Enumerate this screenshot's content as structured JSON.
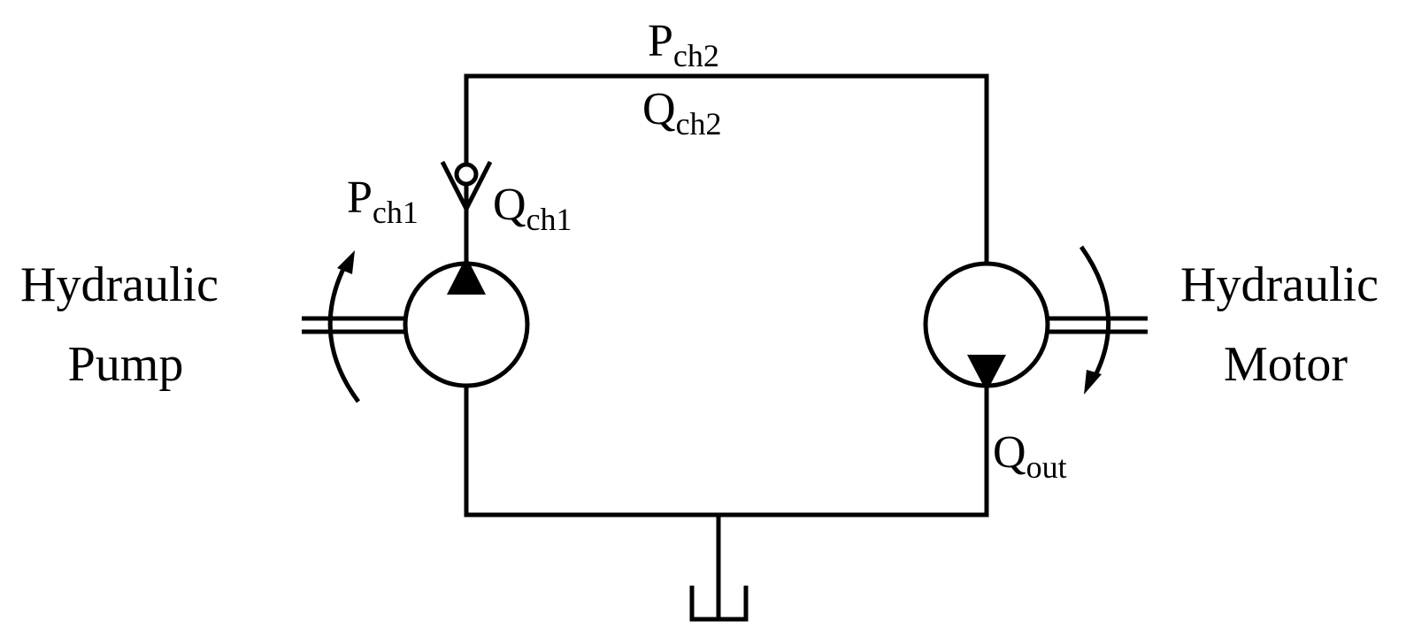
{
  "pump": {
    "label_line1": "Hydraulic",
    "label_line2": "Pump"
  },
  "motor": {
    "label_line1": "Hydraulic",
    "label_line2": "Motor"
  },
  "symbols": {
    "p_ch2": {
      "main": "P",
      "sub": "ch2"
    },
    "q_ch2": {
      "main": "Q",
      "sub": "ch2"
    },
    "p_ch1": {
      "main": "P",
      "sub": "ch1"
    },
    "q_ch1": {
      "main": "Q",
      "sub": "ch1"
    },
    "q_out": {
      "main": "Q",
      "sub": "out"
    }
  },
  "colors": {
    "stroke": "#000000",
    "background": "#ffffff"
  }
}
